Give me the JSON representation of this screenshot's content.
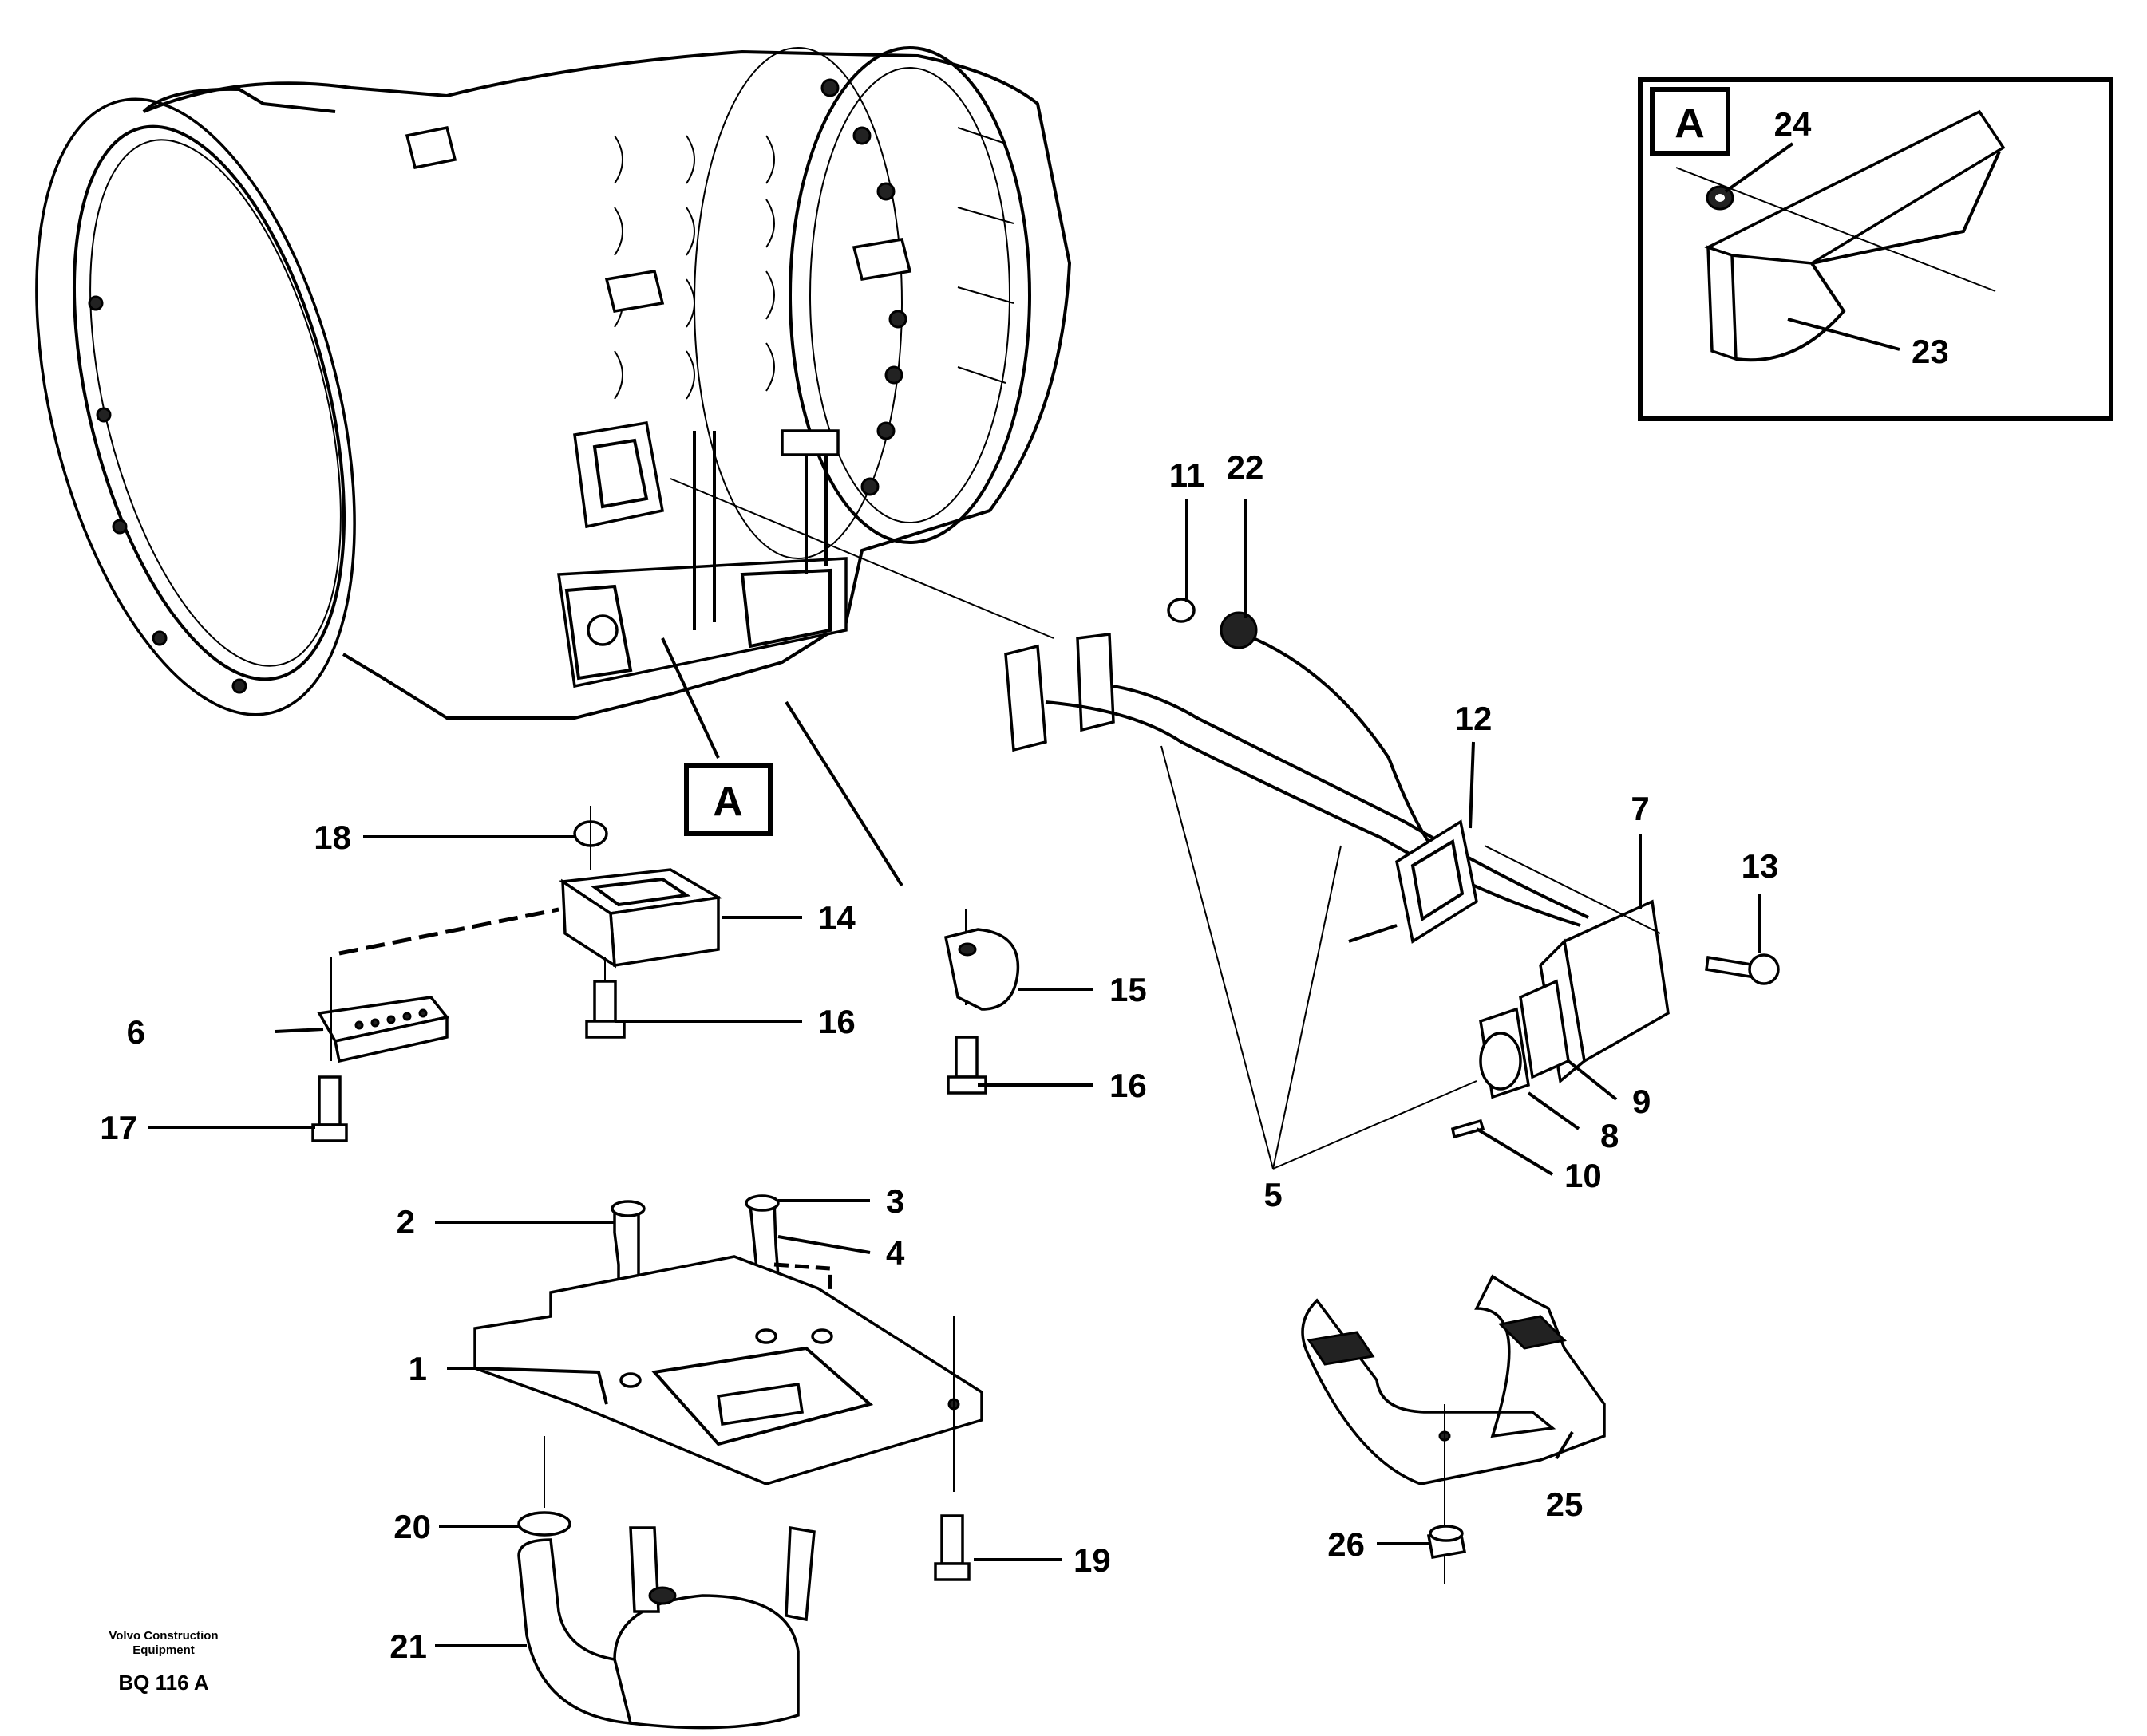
{
  "callouts": {
    "c1": "1",
    "c2": "2",
    "c3": "3",
    "c4": "4",
    "c5": "5",
    "c6": "6",
    "c7": "7",
    "c8": "8",
    "c9": "9",
    "c10": "10",
    "c11": "11",
    "c12": "12",
    "c13": "13",
    "c14": "14",
    "c15": "15",
    "c16a": "16",
    "c16b": "16",
    "c17": "17",
    "c18": "18",
    "c19": "19",
    "c20": "20",
    "c21": "21",
    "c22": "22",
    "c23": "23",
    "c24": "24",
    "c25": "25",
    "c26": "26"
  },
  "detail_view": {
    "letter": "A"
  },
  "detail_reference": {
    "letter": "A"
  },
  "footer": {
    "brand_line1": "Volvo Construction",
    "brand_line2": "Equipment",
    "code": "BQ 116 A"
  }
}
